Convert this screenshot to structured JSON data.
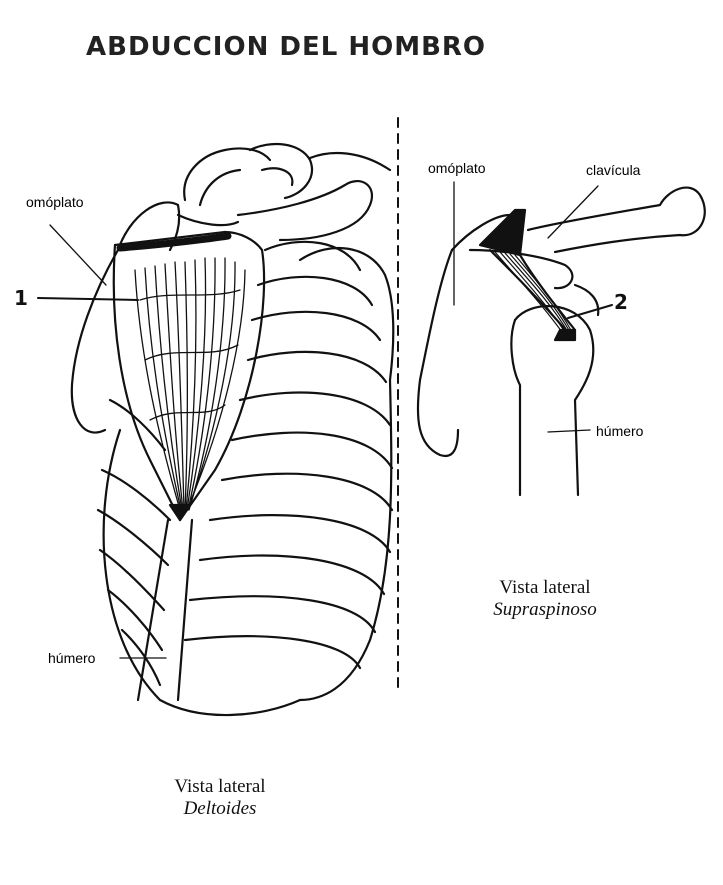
{
  "header": {
    "title": "ABDUCCION DEL HOMBRO"
  },
  "left_view": {
    "label_scapula": "omóplato",
    "label_humerus": "húmero",
    "number": "1",
    "caption_view": "Vista lateral",
    "caption_muscle": "Deltoides"
  },
  "right_view": {
    "label_scapula": "omóplato",
    "label_clavicle": "clavícula",
    "label_humerus": "húmero",
    "number": "2",
    "caption_view": "Vista lateral",
    "caption_muscle": "Supraspinoso"
  },
  "colors": {
    "ink": "#111111",
    "faint_text": "#d8d8d8",
    "background": "#ffffff"
  }
}
